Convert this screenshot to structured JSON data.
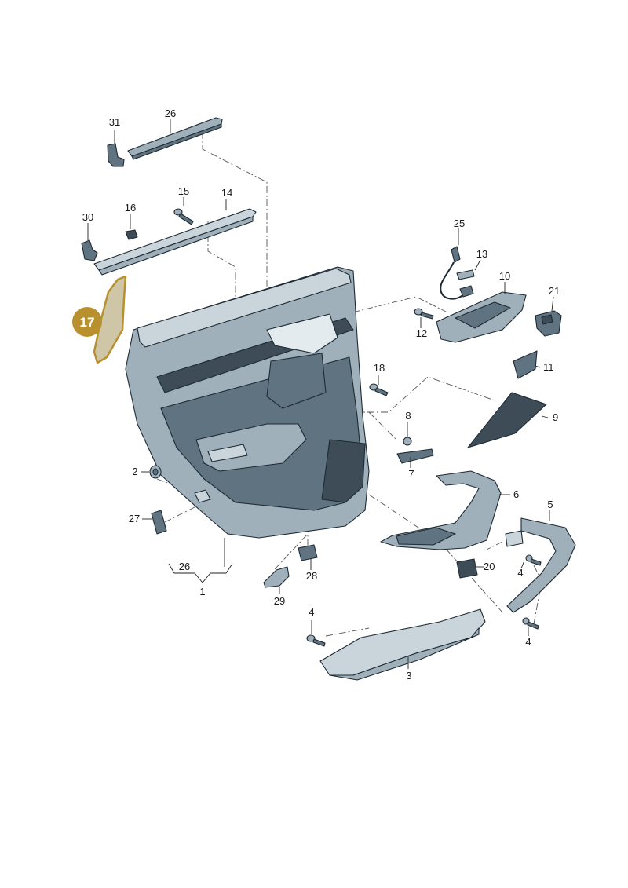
{
  "diagram": {
    "highlighted_callout": "17",
    "highlight_color": "#b8912e",
    "callouts": [
      "31",
      "26",
      "15",
      "14",
      "30",
      "16",
      "25",
      "13",
      "10",
      "21",
      "12",
      "11",
      "18",
      "8",
      "9",
      "7",
      "6",
      "2",
      "27",
      "5",
      "4",
      "26",
      "1",
      "28",
      "20",
      "29",
      "4",
      "4",
      "3"
    ]
  }
}
